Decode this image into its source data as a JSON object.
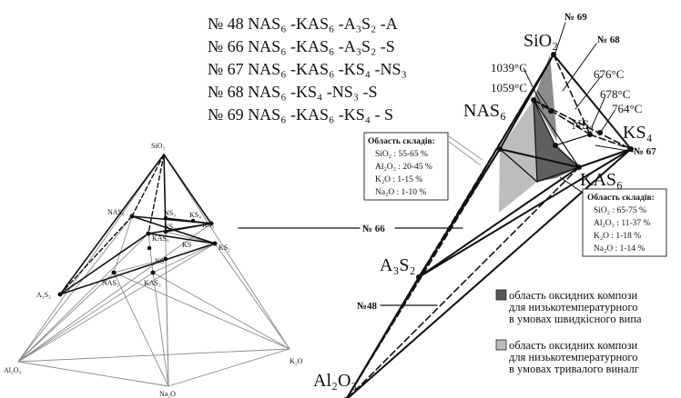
{
  "formulas": [
    {
      "no": "№ 48",
      "text": "NAS₆ -KAS₆ -A₃S₂ -A"
    },
    {
      "no": "№ 66",
      "text": "NAS₆ -KAS₆ -A₃S₂ -S"
    },
    {
      "no": "№ 67",
      "text": "NAS₆ -KAS₆ -KS₄ -NS₃"
    },
    {
      "no": "№ 68",
      "text": "NAS₆ -KS₄ -NS₃ -S"
    },
    {
      "no": "№ 69",
      "text": "NAS₆ -KAS₆ -KS₄ - S"
    }
  ],
  "small_tetra": {
    "sio2": "SiO₂",
    "al2o3": "Al₂O₃",
    "k2o": "K₂O",
    "na2o": "Na₂O",
    "nas6": "NAS₆",
    "ns3": "NS₃",
    "ks4": "KS₄",
    "ks3": "KS₃",
    "ks2": "KS₂",
    "ns2": "NS₂",
    "kas6": "KAS₆",
    "nas2": "NAS₂",
    "kas2": "KAS₂",
    "a3s2": "A₃S₂",
    "ns": "NS",
    "ks": "KS"
  },
  "big_tetra": {
    "sio2": "SiO₂",
    "al2o3": "Al₂O₃",
    "a3s2": "A₃S₂",
    "nas6": "NAS₆",
    "kas6": "KAS₆",
    "ks4": "KS₄",
    "ns3": "NS₃",
    "t1039": "1039°C",
    "t1059": "1059°C",
    "t676": "676°C",
    "t678": "678°C",
    "t764": "764°C",
    "no69": "№ 69",
    "no68": "№ 68",
    "no67": "№ 67",
    "no66": "№ 66",
    "no48": "№48"
  },
  "box1": {
    "title": "Область складів:",
    "rows": [
      "SiO₂ : 55-65 %",
      "Al₂O₃ : 20-45 %",
      "K₂O : 1-15 %",
      "Na₂O : 1-10 %"
    ]
  },
  "box2": {
    "title": "Область складів:",
    "rows": [
      "SiO₂ : 65-75 %",
      "Al₂O₃ : 11-37 %",
      "K₂O : 1-18 %",
      "Na₂O : 1-14 %"
    ]
  },
  "legend": [
    {
      "color": "#555555",
      "lines": [
        "область оксидних компози",
        "для низькотемпературного",
        "в умовах швидкісного випа"
      ]
    },
    {
      "color": "#bdbdbd",
      "lines": [
        "область оксидних компози",
        "для низькотемпературного",
        "в умовах тривалого виналг"
      ]
    }
  ]
}
